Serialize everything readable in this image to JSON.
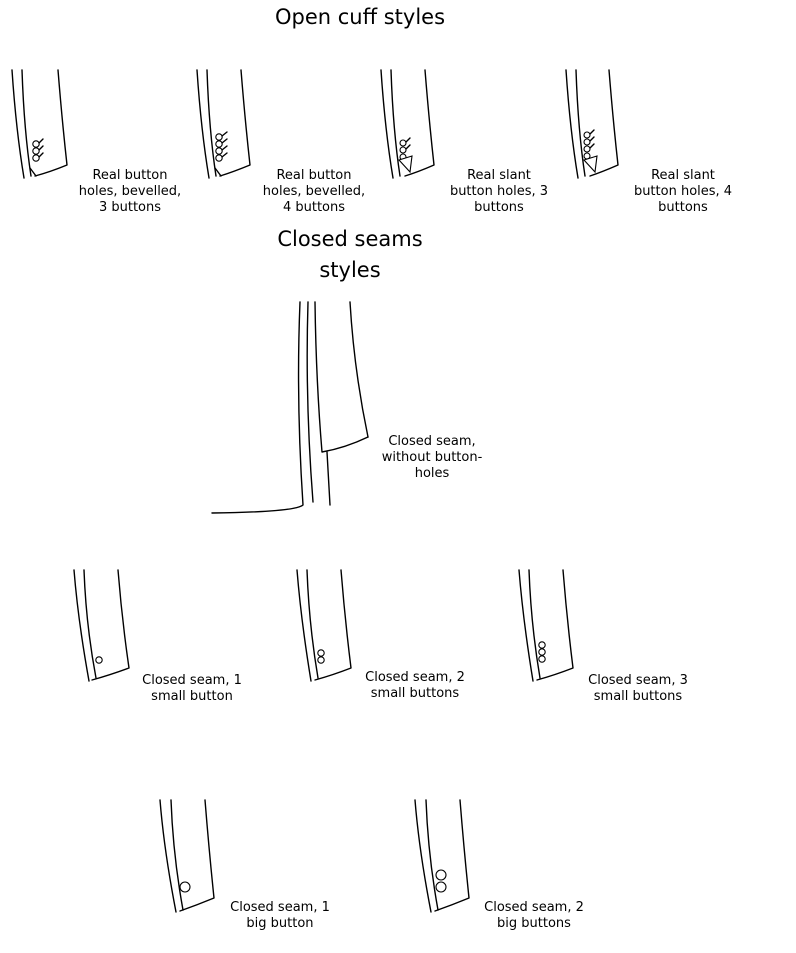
{
  "headings": {
    "open_cuff": "Open cuff styles",
    "closed_seams": "Closed seams\nstyles"
  },
  "open_cuff_items": [
    {
      "caption": "Real button\nholes, bevelled,\n3 buttons"
    },
    {
      "caption": "Real button\nholes, bevelled,\n4 buttons"
    },
    {
      "caption": "Real slant\nbutton holes, 3\nbuttons"
    },
    {
      "caption": "Real slant\nbutton holes, 4\nbuttons"
    }
  ],
  "closed_seam_main": {
    "caption": "Closed seam,\nwithout button-\nholes"
  },
  "closed_small_items": [
    {
      "caption": "Closed seam, 1\nsmall button"
    },
    {
      "caption": "Closed seam, 2\nsmall buttons"
    },
    {
      "caption": "Closed seam, 3\nsmall buttons"
    }
  ],
  "closed_big_items": [
    {
      "caption": "Closed seam, 1\nbig button"
    },
    {
      "caption": "Closed seam, 2\nbig buttons"
    }
  ]
}
